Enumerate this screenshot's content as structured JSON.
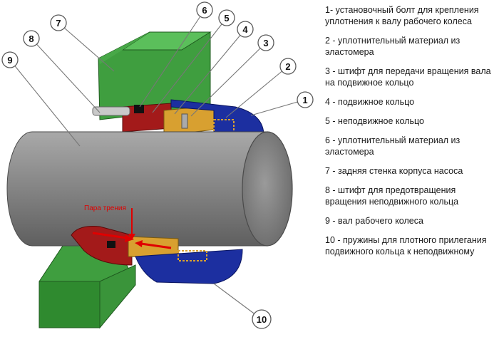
{
  "callouts": [
    {
      "id": "1",
      "label": "1"
    },
    {
      "id": "2",
      "label": "2"
    },
    {
      "id": "3",
      "label": "3"
    },
    {
      "id": "4",
      "label": "4"
    },
    {
      "id": "5",
      "label": "5"
    },
    {
      "id": "6",
      "label": "6"
    },
    {
      "id": "7",
      "label": "7"
    },
    {
      "id": "8",
      "label": "8"
    },
    {
      "id": "9",
      "label": "9"
    },
    {
      "id": "10",
      "label": "10"
    }
  ],
  "friction_label": "Пара трения",
  "legend": [
    "1- установочный болт для крепления уплотнения к валу рабочего колеса",
    "2 - уплотнительный материал  из эластомера",
    "3 - штифт для передачи вращения вала на подвижное кольцо",
    "4 - подвижное кольцо",
    "5 - неподвижное кольцо",
    "6 - уплотнительный материал из эластомера",
    "7 - задняя стенка корпуса насоса",
    "8 - штифт для предотвращения вращения неподвижного кольца",
    "9 - вал рабочего колеса",
    "10 - пружины для плотного прилегания подвижного кольца к неподвижному"
  ],
  "colors": {
    "housing": "#3f9e3f",
    "seal_red": "#a31a1a",
    "sleeve_blue": "#1c2fa0",
    "ring_gold": "#d8a030",
    "shaft": "#8a8a8a",
    "arrow": "#e00000"
  }
}
